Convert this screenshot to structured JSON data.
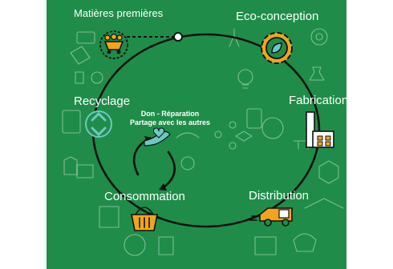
{
  "colors": {
    "background": "#1f8d49",
    "accent": "#f2a51a",
    "recycle": "#6fc7c2",
    "line": "#111111"
  },
  "stages": {
    "raw_materials": "Matières premières",
    "eco_design": "Eco-conception",
    "manufacturing": "Fabrication",
    "distribution": "Distribution",
    "consumption": "Consommation",
    "recycling": "Recyclage"
  },
  "loop_label": {
    "line1": "Don - Réparation",
    "line2": "Partage avec les autres"
  },
  "icons": [
    "mining-cart-icon",
    "gear-leaf-icon",
    "factory-icon",
    "delivery-truck-icon",
    "shopping-basket-icon",
    "recycle-icon",
    "hand-heart-icon"
  ]
}
